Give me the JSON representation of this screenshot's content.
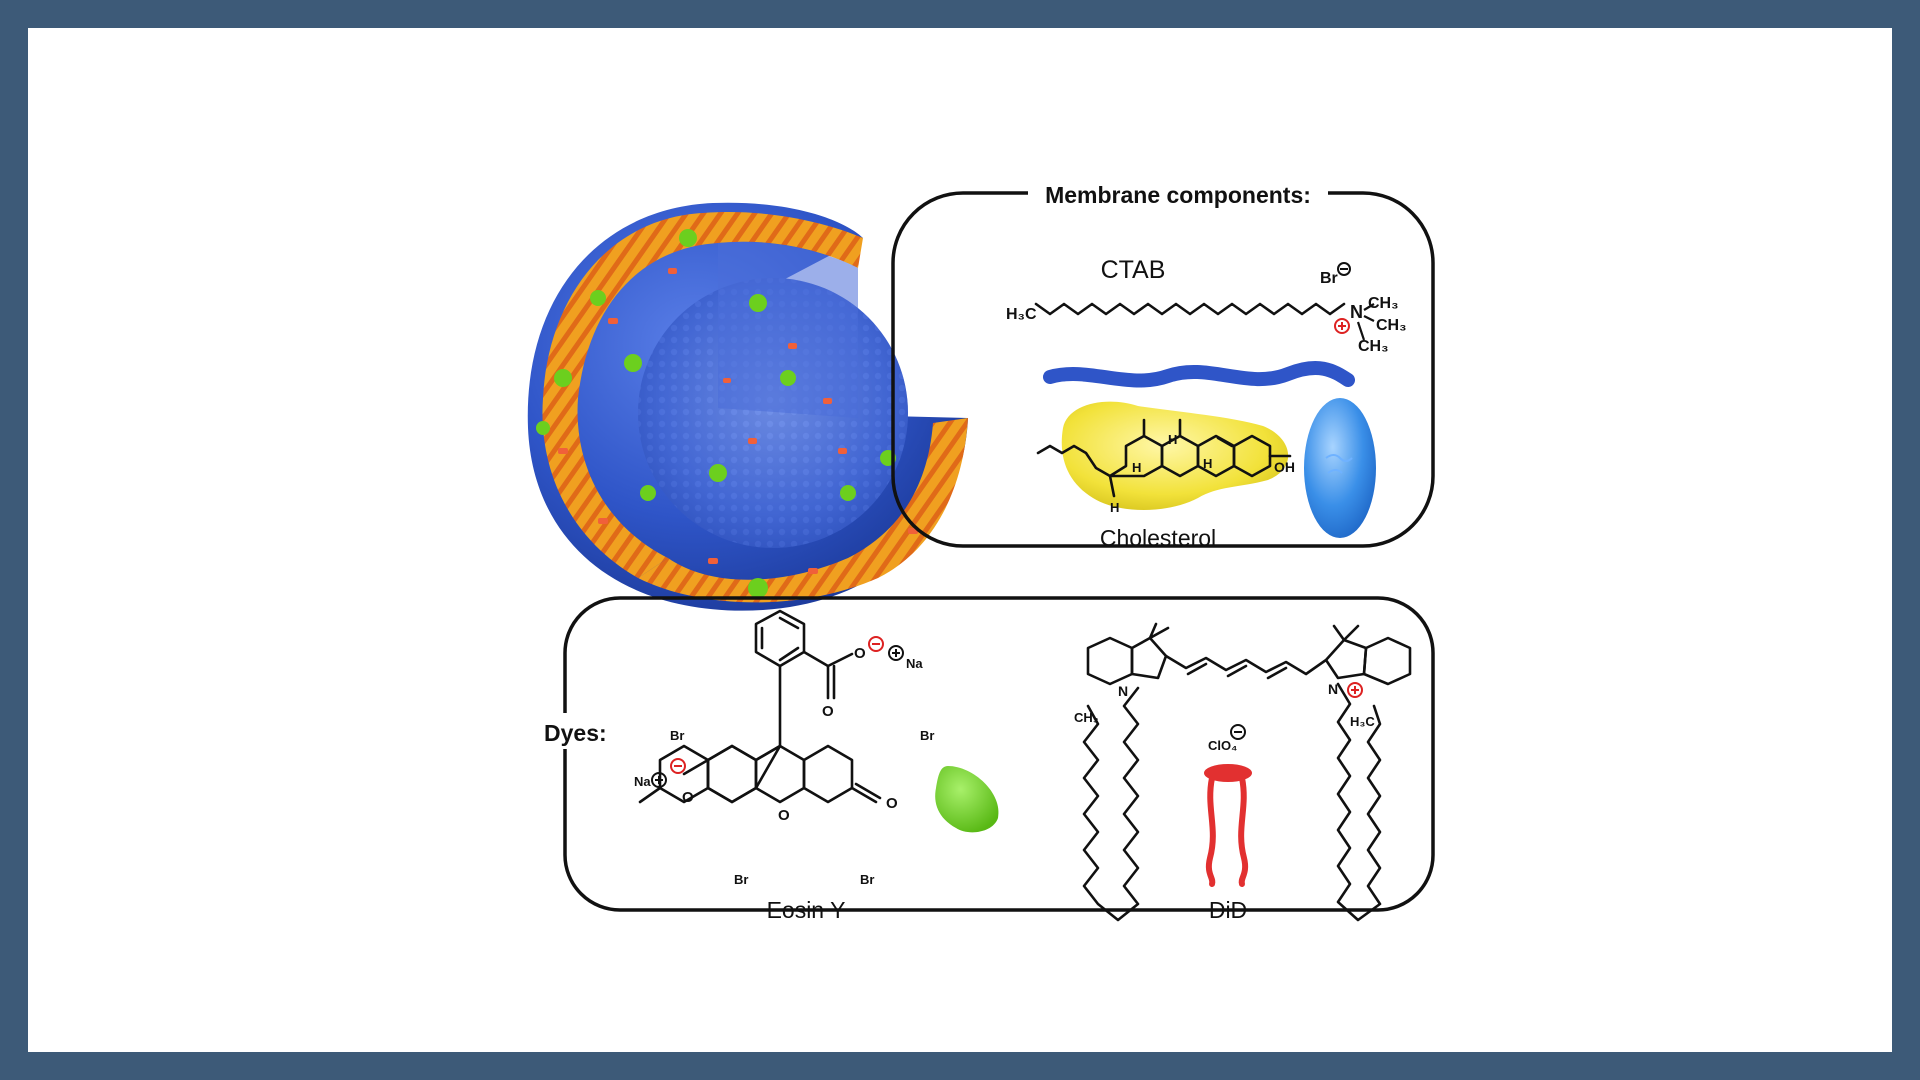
{
  "colors": {
    "page_background": "#3d5a78",
    "frame_background": "#ffffff",
    "vesicle_blue": "#2f55c8",
    "lipid_orange": "#f0a020",
    "eosin_green": "#6ccf1e",
    "did_red": "#e23030",
    "cholesterol_yellow": "#f2e23a",
    "ctab_head_blue": "#3a8fe8",
    "charge_red": "#d22222"
  },
  "membrane_panel": {
    "title": "Membrane components:",
    "ctab": {
      "name": "CTAB",
      "counterion": "Br",
      "tail_label": "H₃C",
      "nitrogen": "N",
      "methyls": [
        "CH₃",
        "CH₃",
        "CH₃"
      ]
    },
    "cholesterol": {
      "name": "Cholesterol",
      "hydroxyl": "OH",
      "hydrogens": [
        "H",
        "H",
        "H",
        "H"
      ]
    }
  },
  "dyes_panel": {
    "title": "Dyes:",
    "eosin": {
      "name": "Eosin Y",
      "sodium": "Na",
      "carboxyl_o": "O",
      "bromines": [
        "Br",
        "Br",
        "Br",
        "Br"
      ],
      "oxygens": [
        "O",
        "O",
        "O"
      ]
    },
    "did": {
      "name": "DiD",
      "counterion": "ClO₄",
      "nitrogens": [
        "N",
        "N"
      ],
      "tail_labels": [
        "CH₃",
        "H₃C"
      ]
    }
  },
  "icons": [
    "vesicle-cross-section-icon",
    "ctab-head-icon",
    "cholesterol-blob-icon",
    "eosin-drop-icon",
    "did-molecule-icon"
  ]
}
